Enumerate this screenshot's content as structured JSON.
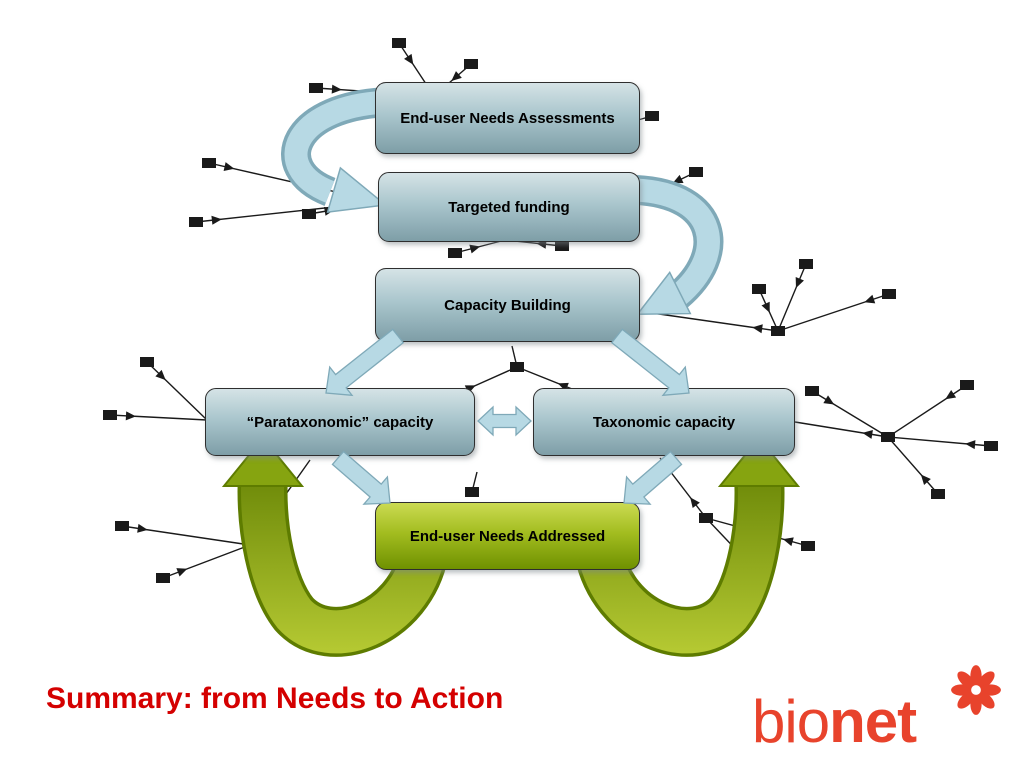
{
  "slide": {
    "title": "Summary: from Needs to Action",
    "title_color": "#d40000"
  },
  "diagram": {
    "nodes": [
      {
        "label": "End-user Needs Assessments",
        "type": "blue"
      },
      {
        "label": "Targeted funding",
        "type": "blue"
      },
      {
        "label": "Capacity Building",
        "type": "blue"
      },
      {
        "label": "“Parataxonomic” capacity",
        "type": "blue"
      },
      {
        "label": "Taxonomic capacity",
        "type": "blue"
      },
      {
        "label": "End-user Needs Addressed",
        "type": "green"
      }
    ],
    "colors": {
      "box_blue_top": "#d5e3e6",
      "box_blue_bottom": "#7e9ea7",
      "box_green_top": "#cbdb52",
      "box_green_bottom": "#6f9100",
      "arrow_blue_fill": "#b7d9e4",
      "arrow_blue_stroke": "#7fa9b8",
      "cycle_green_light": "#b6ca33",
      "cycle_green_dark": "#5e7c00",
      "cycle_green_head": "#86a410",
      "network_black": "#1a1a1a"
    }
  },
  "logo": {
    "text_regular": "bio",
    "text_bold": "net",
    "color": "#e8432c",
    "icon": "flower-icon"
  }
}
